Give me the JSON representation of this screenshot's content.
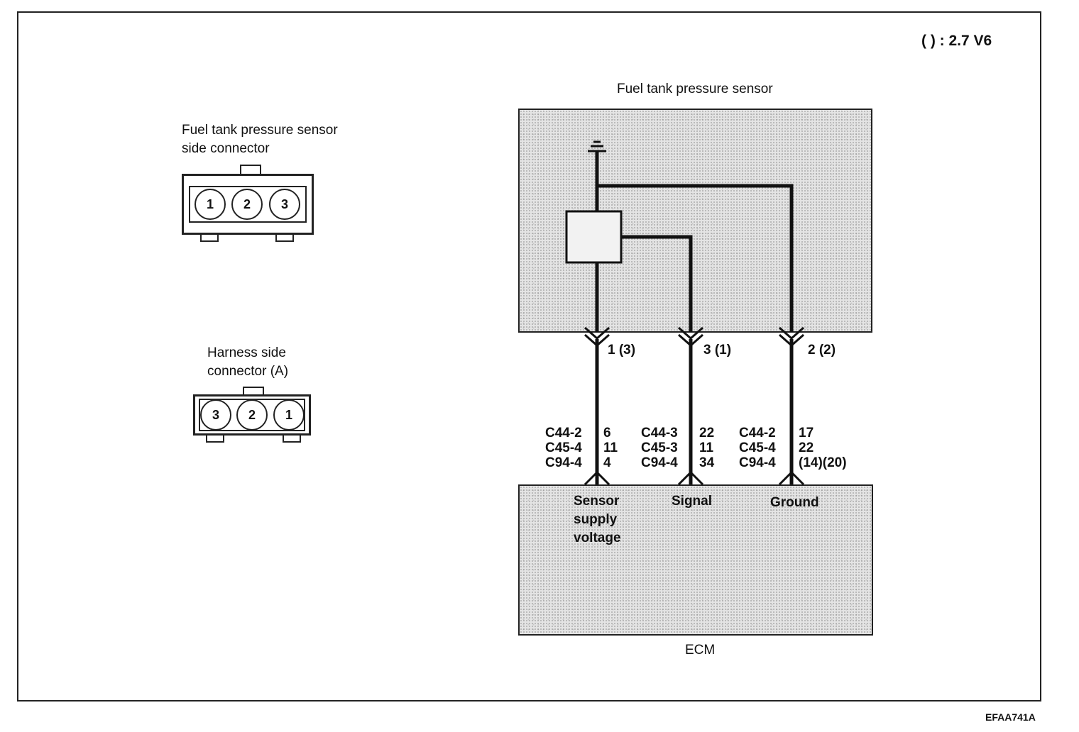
{
  "note": "( ) : 2.7 V6",
  "sensor_connector": {
    "title_line1": "Fuel tank pressure sensor",
    "title_line2": "side connector",
    "pins": [
      "1",
      "2",
      "3"
    ]
  },
  "harness_connector": {
    "title_line1": "Harness side",
    "title_line2": "connector (A)",
    "pins": [
      "3",
      "2",
      "1"
    ]
  },
  "sensor_box": {
    "label": "Fuel tank pressure sensor"
  },
  "terminals": [
    {
      "label": "1 (3)"
    },
    {
      "label": "3 (1)"
    },
    {
      "label": "2 (2)"
    }
  ],
  "circuits": [
    {
      "rows": [
        {
          "conn": "C44-2",
          "pin": "6"
        },
        {
          "conn": "C45-4",
          "pin": "11"
        },
        {
          "conn": "C94-4",
          "pin": "4"
        }
      ]
    },
    {
      "rows": [
        {
          "conn": "C44-3",
          "pin": "22"
        },
        {
          "conn": "C45-3",
          "pin": "11"
        },
        {
          "conn": "C94-4",
          "pin": "34"
        }
      ]
    },
    {
      "rows": [
        {
          "conn": "C44-2",
          "pin": "17"
        },
        {
          "conn": "C45-4",
          "pin": "22"
        },
        {
          "conn": "C94-4",
          "pin": "(14)(20)"
        }
      ]
    }
  ],
  "ecm": {
    "label": "ECM",
    "func_supply_1": "Sensor",
    "func_supply_2": "supply",
    "func_supply_3": "voltage",
    "func_signal": "Signal",
    "func_ground": "Ground"
  },
  "figure_code": "EFAA741A"
}
